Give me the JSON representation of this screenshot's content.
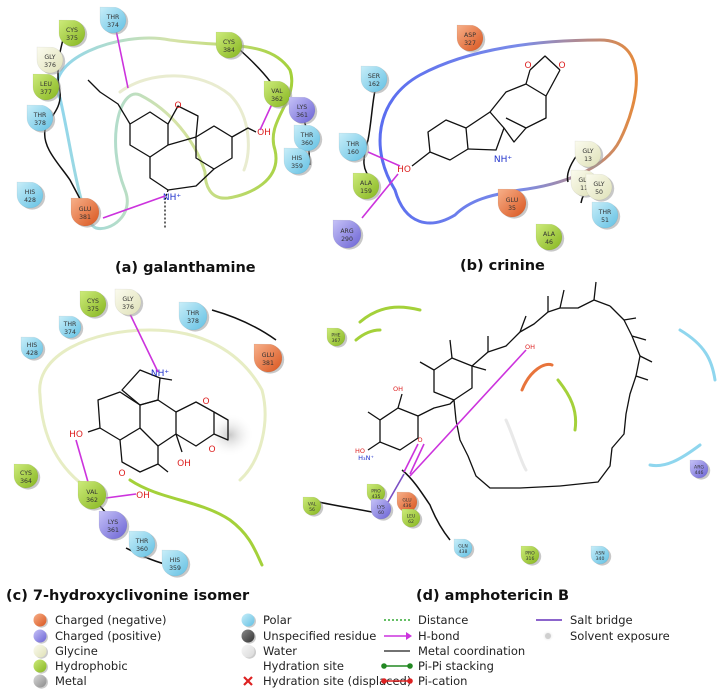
{
  "panels": {
    "a": {
      "caption": "(a) galanthamine",
      "residues": [
        {
          "name": "THR",
          "num": "374",
          "type": "polar"
        },
        {
          "name": "CYS",
          "num": "375",
          "type": "hydrophobic"
        },
        {
          "name": "GLY",
          "num": "376",
          "type": "glycine"
        },
        {
          "name": "LEU",
          "num": "377",
          "type": "hydrophobic"
        },
        {
          "name": "THR",
          "num": "378",
          "type": "polar"
        },
        {
          "name": "HIS",
          "num": "428",
          "type": "polar"
        },
        {
          "name": "GLU",
          "num": "381",
          "type": "negative"
        },
        {
          "name": "CYS",
          "num": "384",
          "type": "hydrophobic"
        },
        {
          "name": "VAL",
          "num": "362",
          "type": "hydrophobic"
        },
        {
          "name": "LYS",
          "num": "361",
          "type": "positive"
        },
        {
          "name": "THR",
          "num": "360",
          "type": "polar"
        },
        {
          "name": "HIS",
          "num": "359",
          "type": "polar"
        }
      ],
      "atoms": {
        "o_ring": "O",
        "oh": "OH",
        "nh": "NH⁺"
      }
    },
    "b": {
      "caption": "(b) crinine",
      "residues": [
        {
          "name": "ASP",
          "num": "327",
          "type": "negative"
        },
        {
          "name": "SER",
          "num": "162",
          "type": "polar"
        },
        {
          "name": "THR",
          "num": "160",
          "type": "polar"
        },
        {
          "name": "ALA",
          "num": "159",
          "type": "hydrophobic"
        },
        {
          "name": "ARG",
          "num": "290",
          "type": "positive"
        },
        {
          "name": "GLU",
          "num": "35",
          "type": "negative"
        },
        {
          "name": "ALA",
          "num": "46",
          "type": "hydrophobic"
        },
        {
          "name": "GLY",
          "num": "13",
          "type": "glycine"
        },
        {
          "name": "GLY",
          "num": "11",
          "type": "glycine"
        },
        {
          "name": "GLY",
          "num": "50",
          "type": "glycine"
        },
        {
          "name": "THR",
          "num": "51",
          "type": "polar"
        }
      ],
      "atoms": {
        "ho": "HO",
        "nh": "NH⁺",
        "o1": "O",
        "o2": "O"
      }
    },
    "c": {
      "caption": "(c) 7-hydroxyclivonine isomer",
      "residues": [
        {
          "name": "CYS",
          "num": "375",
          "type": "hydrophobic"
        },
        {
          "name": "GLY",
          "num": "376",
          "type": "glycine"
        },
        {
          "name": "THR",
          "num": "374",
          "type": "polar"
        },
        {
          "name": "HIS",
          "num": "428",
          "type": "polar"
        },
        {
          "name": "THR",
          "num": "378",
          "type": "polar"
        },
        {
          "name": "GLU",
          "num": "381",
          "type": "negative"
        },
        {
          "name": "CYS",
          "num": "364",
          "type": "hydrophobic"
        },
        {
          "name": "VAL",
          "num": "362",
          "type": "hydrophobic"
        },
        {
          "name": "LYS",
          "num": "361",
          "type": "positive"
        },
        {
          "name": "THR",
          "num": "360",
          "type": "polar"
        },
        {
          "name": "HIS",
          "num": "359",
          "type": "polar"
        }
      ],
      "atoms": {
        "nh": "NH⁺",
        "ho": "HO",
        "oh1": "OH",
        "oh2": "OH",
        "o_ring": "O",
        "o1": "O",
        "o2": "O"
      }
    },
    "d": {
      "caption": "(d) amphotericin B",
      "residues": [
        {
          "name": "PHE",
          "num": "367",
          "type": "hydrophobic"
        },
        {
          "name": "PRO",
          "num": "435",
          "type": "hydrophobic"
        },
        {
          "name": "GLU",
          "num": "436",
          "type": "negative"
        },
        {
          "name": "VAL",
          "num": "56",
          "type": "hydrophobic"
        },
        {
          "name": "LYS",
          "num": "60",
          "type": "positive"
        },
        {
          "name": "LEU",
          "num": "62",
          "type": "hydrophobic"
        },
        {
          "name": "GLN",
          "num": "438",
          "type": "polar"
        },
        {
          "name": "PRO",
          "num": "316",
          "type": "hydrophobic"
        },
        {
          "name": "ASN",
          "num": "340",
          "type": "polar"
        },
        {
          "name": "ARG",
          "num": "446",
          "type": "positive"
        }
      ],
      "atoms": {
        "oh": "OH",
        "ho": "HO",
        "nh3": "H₃N⁺",
        "o": "O"
      }
    }
  },
  "legend": {
    "col1": [
      {
        "label": "Charged (negative)",
        "swatch": "negative"
      },
      {
        "label": "Charged (positive)",
        "swatch": "positive"
      },
      {
        "label": "Glycine",
        "swatch": "glycine"
      },
      {
        "label": "Hydrophobic",
        "swatch": "hydrophobic"
      },
      {
        "label": "Metal",
        "swatch": "metal"
      }
    ],
    "col2": [
      {
        "label": "Polar",
        "swatch": "polar"
      },
      {
        "label": "Unspecified residue",
        "swatch": "unspecified"
      },
      {
        "label": "Water",
        "swatch": "water"
      },
      {
        "label": "Hydration site",
        "swatch": "none"
      },
      {
        "label": "Hydration site (displaced)",
        "swatch": "cross"
      }
    ],
    "col3": [
      {
        "label": "Distance",
        "swatch": "distance"
      },
      {
        "label": "H-bond",
        "swatch": "hbond"
      },
      {
        "label": "Metal coordination",
        "swatch": "metalcoord"
      },
      {
        "label": "Pi-Pi stacking",
        "swatch": "pipi"
      },
      {
        "label": "Pi-cation",
        "swatch": "pication"
      }
    ],
    "col4": [
      {
        "label": "Salt bridge",
        "swatch": "saltbridge"
      },
      {
        "label": "Solvent exposure",
        "swatch": "solvent"
      }
    ]
  },
  "colors": {
    "negative": "#e8743b",
    "positive": "#8c86e6",
    "glycine": "#f1f2d5",
    "hydrophobic": "#a4d13a",
    "polar": "#8fd6ee",
    "metal": "#a6a6a6",
    "unspecified": "#555555",
    "water": "#e9e9e9",
    "hbond": "#cc33dd",
    "salt": "#7b4fc4"
  }
}
